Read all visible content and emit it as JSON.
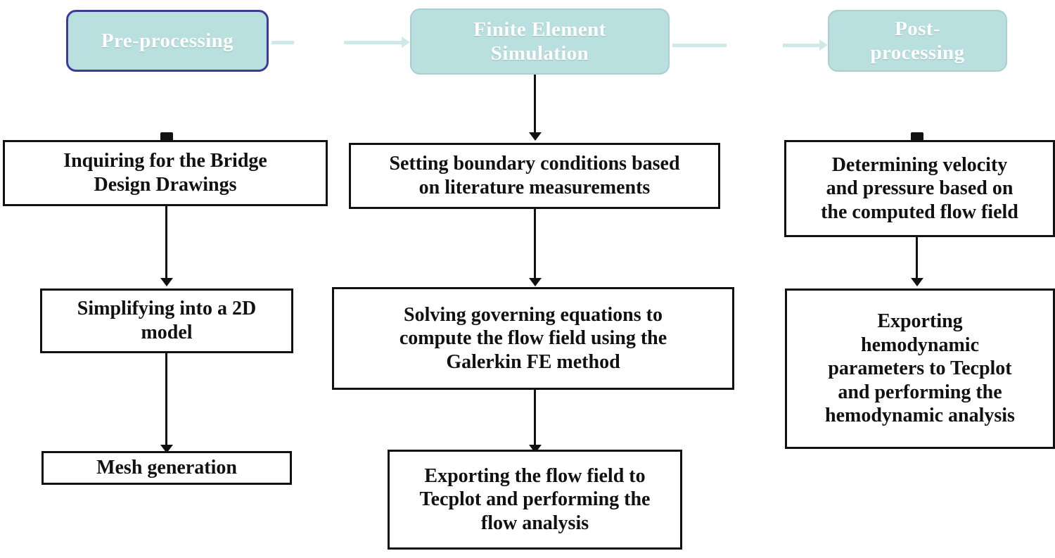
{
  "diagram": {
    "title": "Computational fluid dynamics workflow flowchart",
    "colors": {
      "stage_fill": "#b9dfdf",
      "stage_accent_border": "#3c3c96",
      "stage_plain_border": "#a9cfcf",
      "stage_text": "#ffffff",
      "box_border": "#111111",
      "box_fill": "#ffffff",
      "box_text": "#111111",
      "connector_black": "#111111",
      "connector_teal": "#cfe9ea"
    },
    "stages": [
      {
        "id": "pre-processing",
        "label": "Pre-processing"
      },
      {
        "id": "finite-element-simulation",
        "label": "Finite Element\nSimulation"
      },
      {
        "id": "post-processing",
        "label": "Post-\nprocessing"
      }
    ],
    "columns": [
      {
        "id": "pre-processing-column",
        "stage": "Pre-processing",
        "steps": [
          {
            "id": "inquiring-bridge-drawings",
            "label": "Inquiring for the Bridge\nDesign Drawings"
          },
          {
            "id": "simplifying-2d-model",
            "label": "Simplifying into a 2D\nmodel"
          },
          {
            "id": "mesh-generation",
            "label": "Mesh generation"
          }
        ]
      },
      {
        "id": "finite-element-simulation-column",
        "stage": "Finite Element Simulation",
        "steps": [
          {
            "id": "setting-boundary-conditions",
            "label": "Setting boundary conditions based\non literature measurements"
          },
          {
            "id": "solving-governing-equations",
            "label": "Solving governing equations to\ncompute the flow field using the\nGalerkin FE method"
          },
          {
            "id": "exporting-flow-field",
            "label": "Exporting the flow field to\nTecplot and performing the\nflow analysis"
          }
        ]
      },
      {
        "id": "post-processing-column",
        "stage": "Post-processing",
        "steps": [
          {
            "id": "determining-velocity-pressure",
            "label": "Determining velocity\nand pressure based on\nthe computed flow field"
          },
          {
            "id": "exporting-hemodynamic-parameters",
            "label": "Exporting\nhemodynamic\nparameters to Tecplot\nand performing the\nhemodynamic analysis"
          }
        ]
      }
    ],
    "connectors": {
      "stage_to_stage": [
        {
          "id": "pre-to-fe",
          "from": "Pre-processing",
          "to": "Finite Element Simulation"
        },
        {
          "id": "fe-to-post",
          "from": "Finite Element Simulation",
          "to": "Post-processing"
        }
      ]
    }
  }
}
